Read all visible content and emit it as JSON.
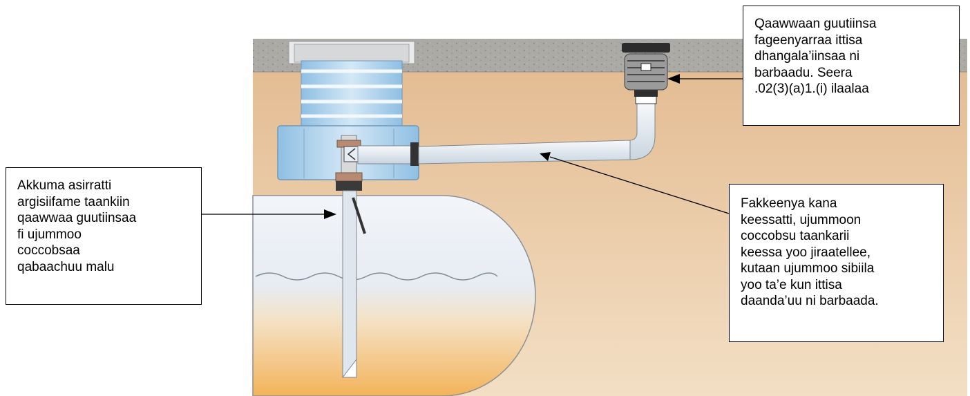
{
  "callouts": {
    "left": "Akkuma asirratti\nargisiifame taankiin\nqaawwaa guutiinsaa\nfi ujummoo\ncoccobsaa\nqabaachuu malu",
    "top_right": "Qaawwaan guutiinsa\nfageenyarraa ittisa\ndhangala’iinsaa ni\nbarbaadu. Seera\n.02(3)(a)1.(i) ilaalaa",
    "right": "Fakkeenya kana\nkeessatti, ujummoon\ncoccobsu taankarii\nkeessa yoo jiraatellee,\nkutaan ujummoo sibiila\nyoo ta’e kun ittisa\ndaanda’uu ni barbaada."
  },
  "colors": {
    "soil": "#e8c9a4",
    "concrete": "#a9a7a2",
    "sump": "#a9cde8",
    "pipe": "#e6edf4",
    "tank": "#e9eef4",
    "tank_bottom": "#f3b65a"
  }
}
